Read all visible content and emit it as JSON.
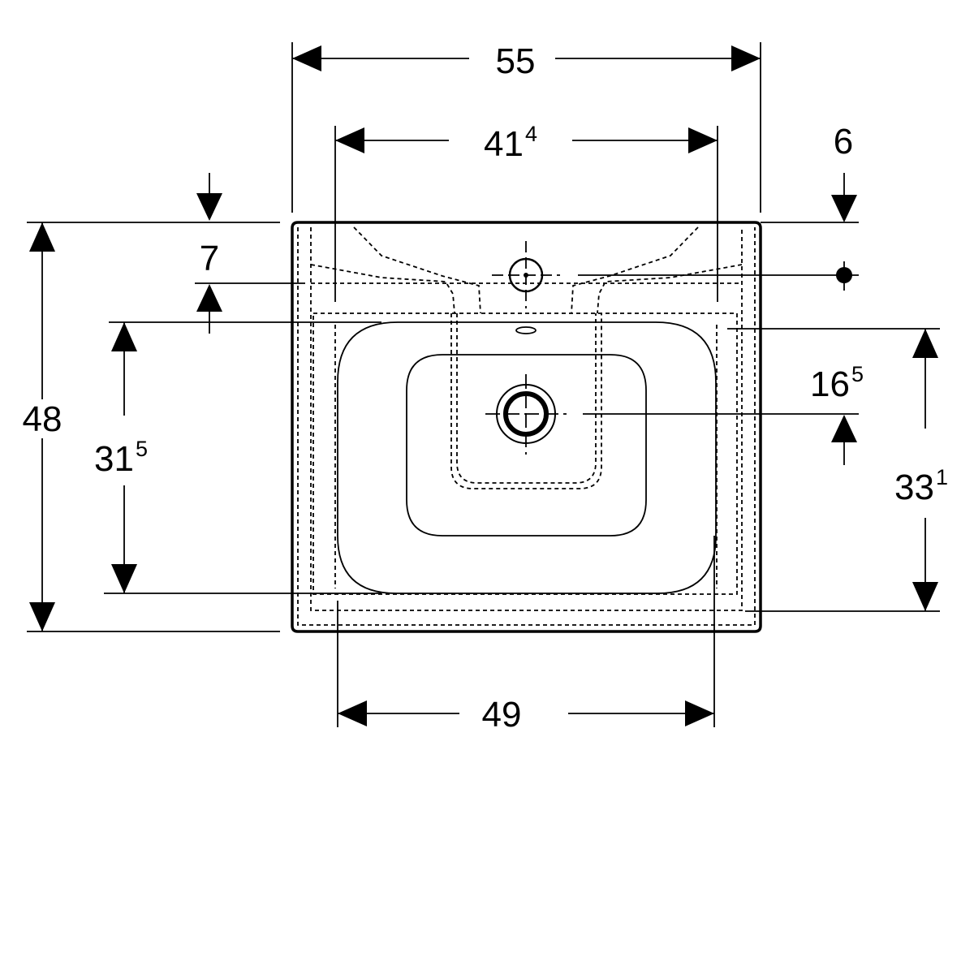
{
  "diagram": {
    "type": "technical-drawing",
    "subject": "washbasin top view",
    "dimensions": {
      "overall_width": {
        "value": "55",
        "sup": ""
      },
      "inner_width": {
        "value": "41",
        "sup": "4"
      },
      "tap_offset": {
        "value": "6",
        "sup": ""
      },
      "back_rim": {
        "value": "7",
        "sup": ""
      },
      "overall_depth": {
        "value": "48",
        "sup": ""
      },
      "bowl_depth": {
        "value": "31",
        "sup": "5"
      },
      "drain_height": {
        "value": "16",
        "sup": "5"
      },
      "front_depth": {
        "value": "33",
        "sup": "1"
      },
      "bowl_width": {
        "value": "49",
        "sup": ""
      }
    }
  }
}
